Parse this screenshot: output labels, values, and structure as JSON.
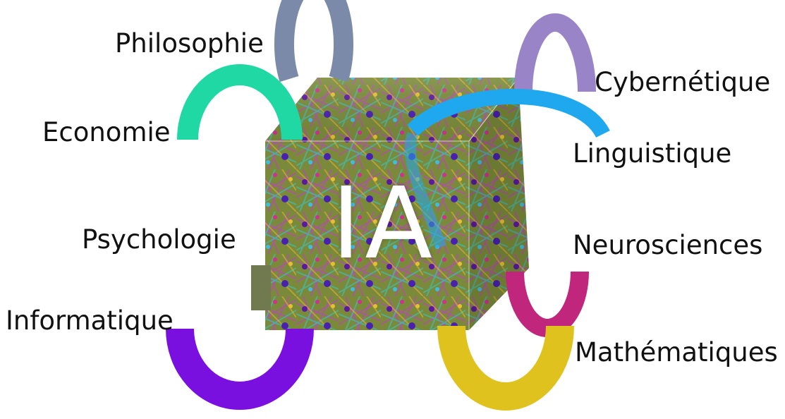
{
  "center": {
    "label": "IA"
  },
  "disciplines": [
    {
      "key": "philosophie",
      "label": "Philosophie",
      "color": "#7a8aa8"
    },
    {
      "key": "economie",
      "label": "Economie",
      "color": "#1fd8a4"
    },
    {
      "key": "psychologie",
      "label": "Psychologie",
      "color": "#707a4e"
    },
    {
      "key": "informatique",
      "label": "Informatique",
      "color": "#7a10e0"
    },
    {
      "key": "cybernetique",
      "label": "Cybernétique",
      "color": "#9a84c8"
    },
    {
      "key": "linguistique",
      "label": "Linguistique",
      "color": "#1fa8ee"
    },
    {
      "key": "neurosciences",
      "label": "Neurosciences",
      "color": "#c0267c"
    },
    {
      "key": "mathematiques",
      "label": "Mathématiques",
      "color": "#e0c21e"
    }
  ]
}
